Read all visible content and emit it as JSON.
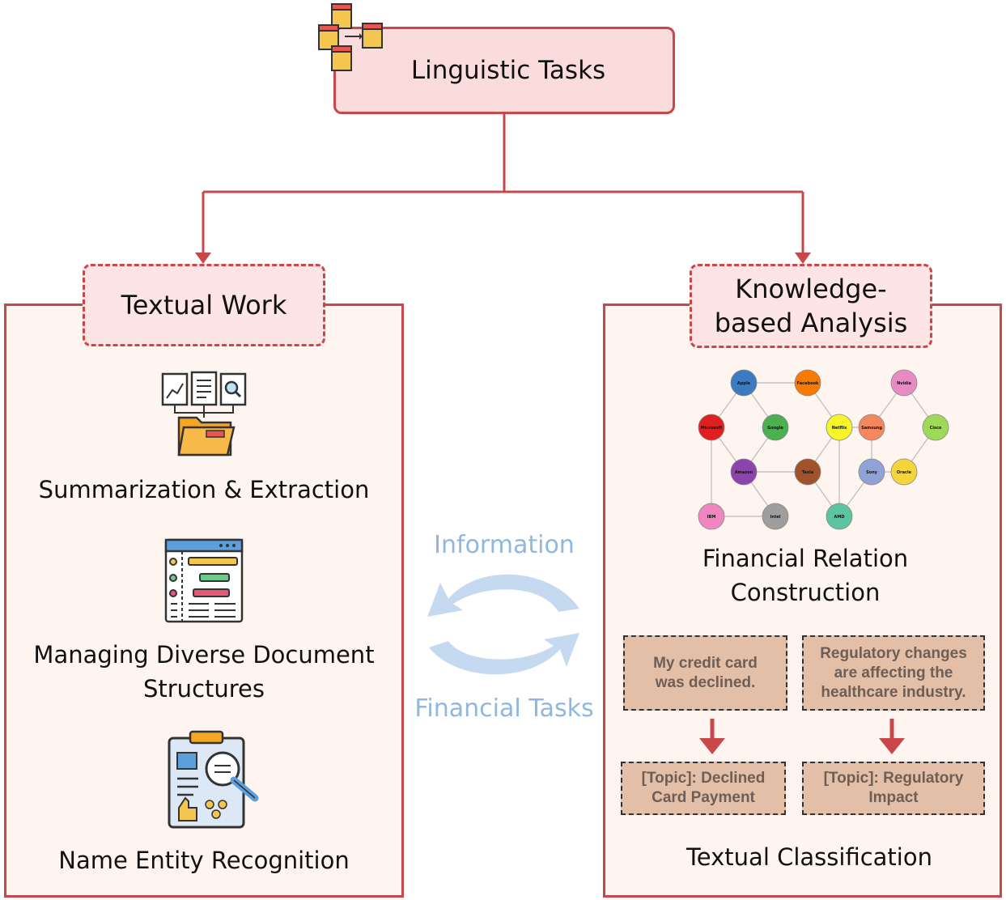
{
  "root": {
    "title": "Linguistic Tasks",
    "icon": "documents-transfer-icon"
  },
  "left": {
    "header": "Textual Work",
    "items": [
      {
        "label": "Summarization & Extraction",
        "icon": "documents-folder-icon"
      },
      {
        "label_line1": "Managing Diverse Document",
        "label_line2": "Structures",
        "icon": "document-layout-icon"
      },
      {
        "label": "Name Entity Recognition",
        "icon": "clipboard-magnifier-icon"
      }
    ]
  },
  "right": {
    "header_line1": "Knowledge-",
    "header_line2": "based Analysis",
    "relation_label_line1": "Financial Relation",
    "relation_label_line2": "Construction",
    "classification_label": "Textual Classification",
    "examples": [
      {
        "text_line1": "My credit card",
        "text_line2": "was declined.",
        "topic_line1": "[Topic]: Declined",
        "topic_line2": "Card Payment"
      },
      {
        "text_line1": "Regulatory changes",
        "text_line2": "are affecting the",
        "text_line3": "healthcare industry.",
        "topic_line1": "[Topic]: Regulatory",
        "topic_line2": "Impact"
      }
    ]
  },
  "flow": {
    "top_label": "Information",
    "bottom_label": "Financial Tasks"
  },
  "graph": {
    "nodes": [
      {
        "name": "Apple",
        "color": "#3b7bbf"
      },
      {
        "name": "Facebook",
        "color": "#f57c00"
      },
      {
        "name": "Nvidia",
        "color": "#e88bc4"
      },
      {
        "name": "Microsoft",
        "color": "#e02020"
      },
      {
        "name": "Google",
        "color": "#4caf50"
      },
      {
        "name": "Netflix",
        "color": "#f5f52a"
      },
      {
        "name": "Samsung",
        "color": "#f5875e"
      },
      {
        "name": "Cisco",
        "color": "#9ed95a"
      },
      {
        "name": "Amazon",
        "color": "#8e44ad"
      },
      {
        "name": "Tesla",
        "color": "#a0522d"
      },
      {
        "name": "Sony",
        "color": "#8fa3d6"
      },
      {
        "name": "Oracle",
        "color": "#f5d63a"
      },
      {
        "name": "IBM",
        "color": "#f086c0"
      },
      {
        "name": "Intel",
        "color": "#9e9e9e"
      },
      {
        "name": "AMD",
        "color": "#5cc4a0"
      }
    ],
    "edges": [
      [
        "Apple",
        "Facebook"
      ],
      [
        "Apple",
        "Microsoft"
      ],
      [
        "Apple",
        "Google"
      ],
      [
        "Facebook",
        "Netflix"
      ],
      [
        "Microsoft",
        "Amazon"
      ],
      [
        "Microsoft",
        "IBM"
      ],
      [
        "Google",
        "Amazon"
      ],
      [
        "Amazon",
        "Tesla"
      ],
      [
        "Amazon",
        "Intel"
      ],
      [
        "IBM",
        "Intel"
      ],
      [
        "Netflix",
        "Samsung"
      ],
      [
        "Netflix",
        "Tesla"
      ],
      [
        "Netflix",
        "AMD"
      ],
      [
        "Nvidia",
        "Samsung"
      ],
      [
        "Nvidia",
        "Cisco"
      ],
      [
        "Samsung",
        "Sony"
      ],
      [
        "Cisco",
        "Oracle"
      ],
      [
        "Sony",
        "Oracle"
      ],
      [
        "Sony",
        "AMD"
      ],
      [
        "Tesla",
        "AMD"
      ]
    ]
  }
}
